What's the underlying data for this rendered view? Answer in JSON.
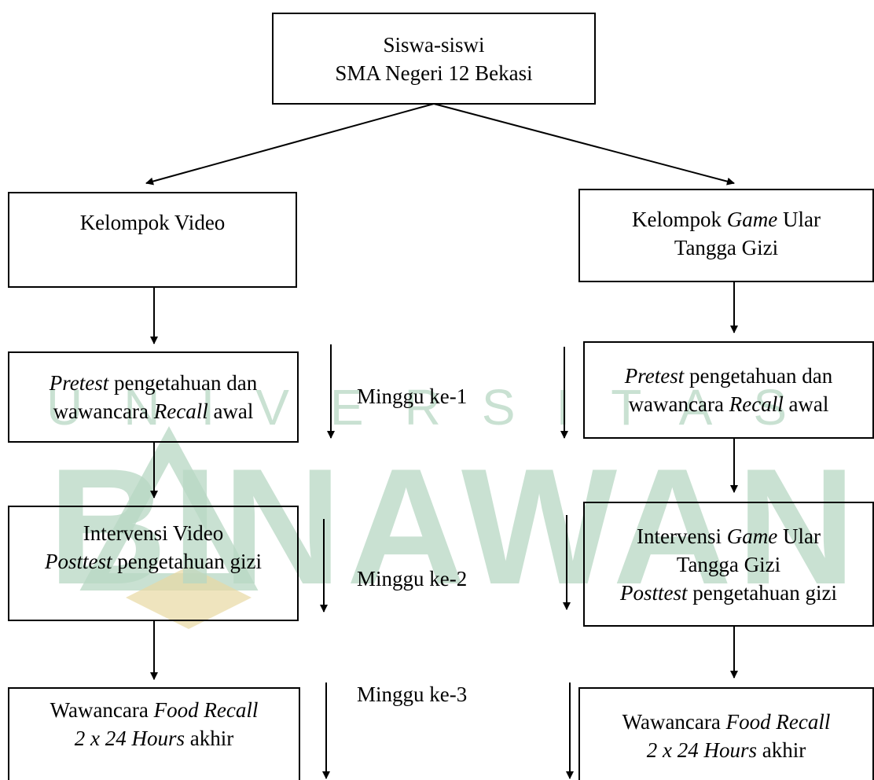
{
  "watermark": {
    "top_text": "UNIVERSITAS",
    "main_text": "BINAWAN",
    "color": "#b7d7c3",
    "logo_color": "#e8d9a2"
  },
  "nodes": {
    "root": {
      "l1": "Siswa-siswi",
      "l2": "SMA Negeri 12 Bekasi"
    },
    "left_group": {
      "l1": "Kelompok Video"
    },
    "right_group": {
      "l1a": "Kelompok ",
      "l1b": "Game",
      "l1c": " Ular",
      "l2": "Tangga Gizi"
    },
    "left_pretest": {
      "l1a": "Pretest",
      "l1b": " pengetahuan dan",
      "l2a": "wawancara ",
      "l2b": "Recall",
      "l2c": " awal"
    },
    "right_pretest": {
      "l1a": "Pretest",
      "l1b": " pengetahuan dan",
      "l2a": "wawancara ",
      "l2b": "Recall",
      "l2c": " awal"
    },
    "left_intervention": {
      "l1": "Intervensi Video",
      "l2a": "Posttest",
      "l2b": " pengetahuan gizi"
    },
    "right_intervention": {
      "l1a": "Intervensi ",
      "l1b": "Game",
      "l1c": " Ular",
      "l2": "Tangga Gizi",
      "l3a": "Posttest",
      "l3b": " pengetahuan gizi"
    },
    "left_recall": {
      "l1a": "Wawancara ",
      "l1b": "Food Recall",
      "l2a": "2 x 24 Hours",
      "l2b": " akhir"
    },
    "right_recall": {
      "l1a": "Wawancara ",
      "l1b": "Food Recall",
      "l2a": "2 x 24 Hours",
      "l2b": " akhir"
    }
  },
  "weeks": {
    "week1": "Minggu ke-1",
    "week2": "Minggu ke-2",
    "week3": "Minggu ke-3"
  }
}
